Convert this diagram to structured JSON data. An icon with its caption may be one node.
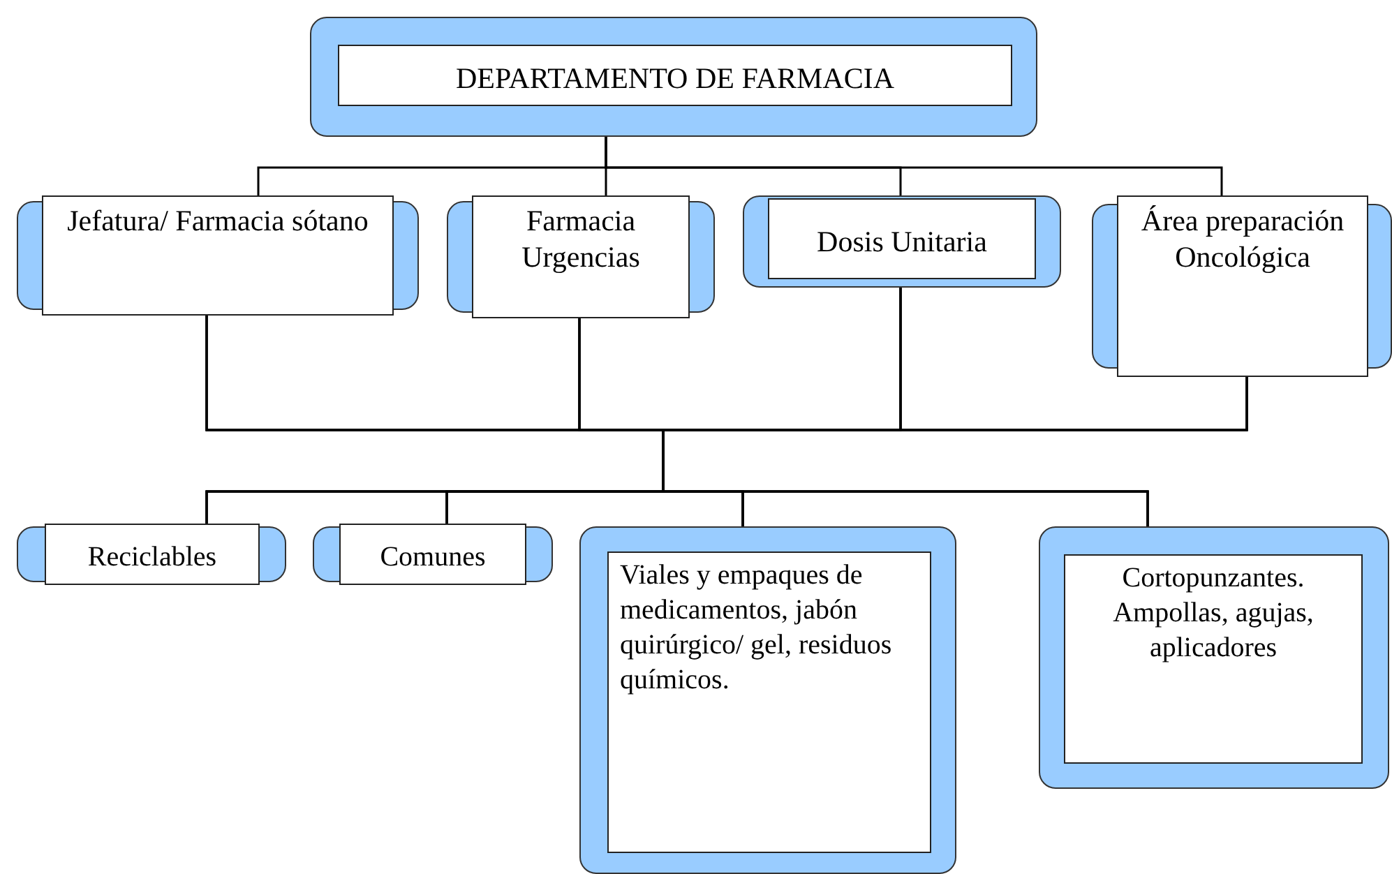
{
  "diagram": {
    "nodes": [
      {
        "text": [
          "DEPARTAMENTO DE FARMACIA"
        ]
      },
      {
        "text": [
          "Jefatura/ Farmacia sótano"
        ]
      },
      {
        "text": [
          "Farmacia Urgencias"
        ]
      },
      {
        "text": [
          "Dosis Unitaria"
        ]
      },
      {
        "text": [
          "Área preparación Oncológica"
        ]
      },
      {
        "text": [
          "Reciclables"
        ]
      },
      {
        "text": [
          "Comunes"
        ]
      },
      {
        "text": [
          "Viales y empaques de medicamentos, jabón quirúrgico/ gel, residuos químicos."
        ]
      },
      {
        "text": [
          "Cortopunzantes. Ampollas, agujas, aplicadores"
        ]
      }
    ],
    "edges": [
      {
        "from": 0,
        "to": 1,
        "arrow": "none"
      },
      {
        "from": 0,
        "to": 2,
        "arrow": "none"
      },
      {
        "from": 0,
        "to": 3,
        "arrow": "none"
      },
      {
        "from": 0,
        "to": 4,
        "arrow": "none"
      },
      {
        "from": 1,
        "to": 5,
        "arrow": "none"
      },
      {
        "from": 1,
        "to": 6,
        "arrow": "none"
      },
      {
        "from": 1,
        "to": 7,
        "arrow": "none"
      },
      {
        "from": 1,
        "to": 8,
        "arrow": "none"
      },
      {
        "from": 2,
        "to": 5,
        "arrow": "none"
      },
      {
        "from": 2,
        "to": 6,
        "arrow": "none"
      },
      {
        "from": 2,
        "to": 7,
        "arrow": "none"
      },
      {
        "from": 2,
        "to": 8,
        "arrow": "none"
      },
      {
        "from": 3,
        "to": 5,
        "arrow": "none"
      },
      {
        "from": 3,
        "to": 6,
        "arrow": "none"
      },
      {
        "from": 3,
        "to": 7,
        "arrow": "none"
      },
      {
        "from": 3,
        "to": 8,
        "arrow": "none"
      },
      {
        "from": 4,
        "to": 5,
        "arrow": "none"
      },
      {
        "from": 4,
        "to": 6,
        "arrow": "none"
      },
      {
        "from": 4,
        "to": 7,
        "arrow": "none"
      },
      {
        "from": 4,
        "to": 8,
        "arrow": "none"
      }
    ]
  }
}
